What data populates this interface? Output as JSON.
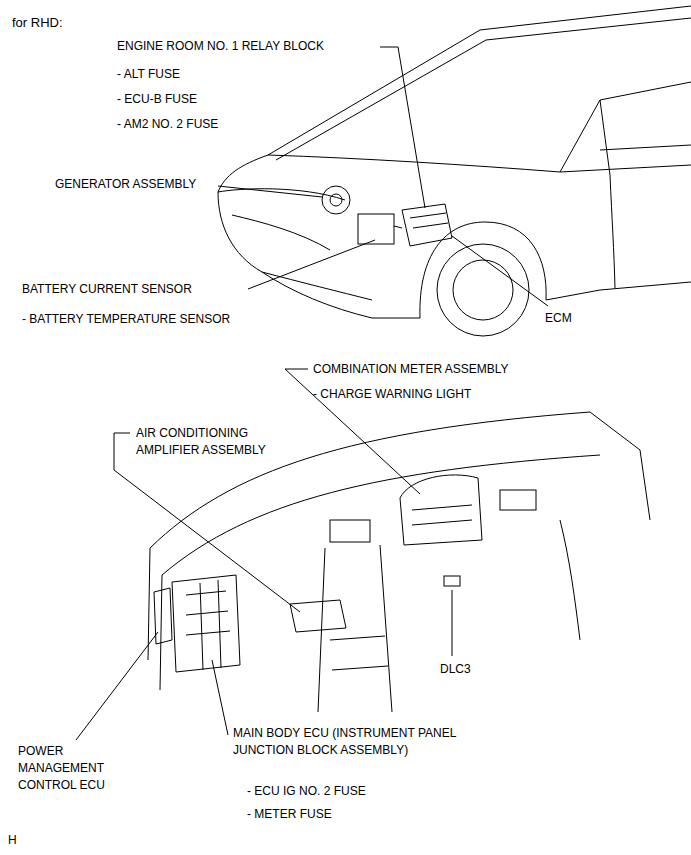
{
  "diagram": {
    "title": "for RHD:",
    "labels": [
      "ENGINE ROOM NO. 1 RELAY BLOCK",
      "- ALT FUSE",
      "- ECU-B FUSE",
      "- AM2 NO. 2 FUSE",
      "GENERATOR ASSEMBLY",
      "BATTERY CURRENT SENSOR",
      "- BATTERY TEMPERATURE SENSOR",
      "ECM",
      "COMBINATION METER ASSEMBLY",
      "- CHARGE WARNING LIGHT",
      "AIR CONDITIONING AMPLIFIER ASSEMBLY",
      "DLC3",
      "POWER MANAGEMENT CONTROL ECU",
      "MAIN BODY ECU (INSTRUMENT PANEL JUNCTION BLOCK ASSEMBLY)",
      "- ECU IG NO. 2 FUSE",
      "- METER FUSE",
      "H"
    ]
  }
}
